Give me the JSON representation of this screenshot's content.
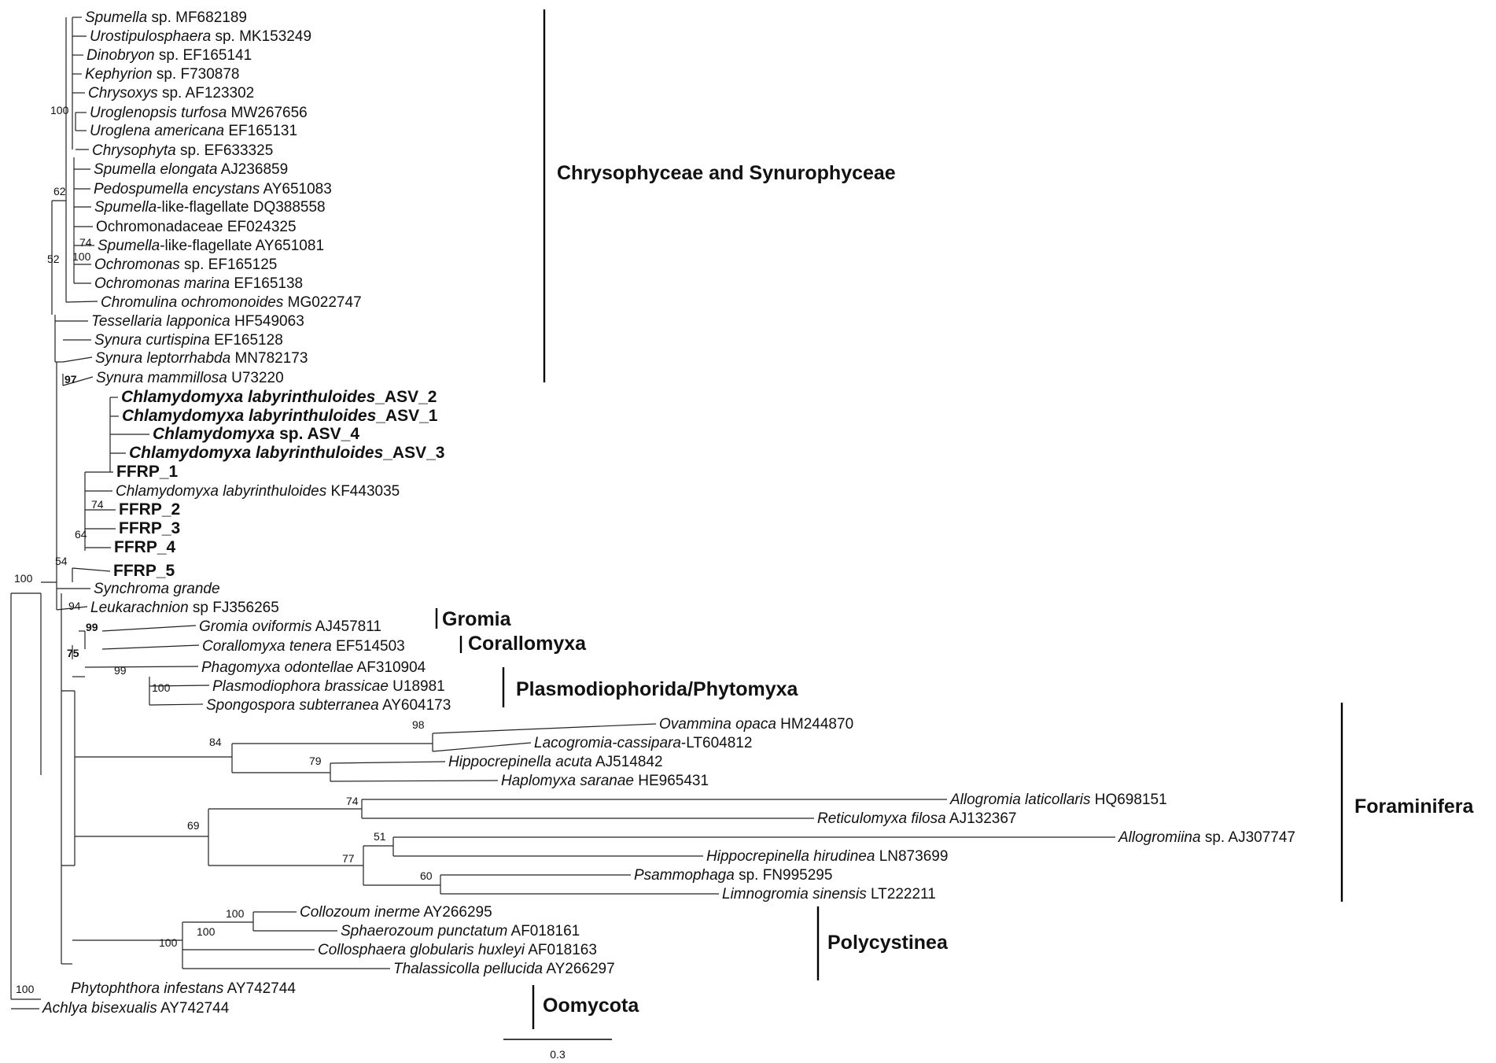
{
  "taxa": [
    {
      "id": "t1",
      "parts": [
        {
          "t": "Spumella",
          "i": true
        },
        {
          "t": " sp. MF682189"
        }
      ]
    },
    {
      "id": "t2",
      "parts": [
        {
          "t": "Urostipulosphaera",
          "i": true
        },
        {
          "t": " sp. MK153249"
        }
      ]
    },
    {
      "id": "t3",
      "parts": [
        {
          "t": "Dinobryon",
          "i": true
        },
        {
          "t": " sp. EF165141"
        }
      ]
    },
    {
      "id": "t4",
      "parts": [
        {
          "t": "Kephyrion",
          "i": true
        },
        {
          "t": " sp. F730878"
        }
      ]
    },
    {
      "id": "t5",
      "parts": [
        {
          "t": "Chrysoxys",
          "i": true
        },
        {
          "t": " sp. AF123302"
        }
      ]
    },
    {
      "id": "t6",
      "parts": [
        {
          "t": "Uroglenopsis turfosa",
          "i": true
        },
        {
          "t": " MW267656"
        }
      ]
    },
    {
      "id": "t7",
      "parts": [
        {
          "t": "Uroglena americana",
          "i": true
        },
        {
          "t": " EF165131"
        }
      ]
    },
    {
      "id": "t8",
      "parts": [
        {
          "t": "Chrysophyta",
          "i": true
        },
        {
          "t": " sp. EF633325"
        }
      ]
    },
    {
      "id": "t9",
      "parts": [
        {
          "t": "Spumella elongata",
          "i": true
        },
        {
          "t": " AJ236859"
        }
      ]
    },
    {
      "id": "t10",
      "parts": [
        {
          "t": "Pedospumella encystans",
          "i": true
        },
        {
          "t": " AY651083"
        }
      ]
    },
    {
      "id": "t11",
      "parts": [
        {
          "t": "Spumella",
          "i": true
        },
        {
          "t": "-like-flagellate DQ388558"
        }
      ]
    },
    {
      "id": "t12",
      "parts": [
        {
          "t": "Ochromonadaceae EF024325"
        }
      ]
    },
    {
      "id": "t13",
      "parts": [
        {
          "t": "Spumella",
          "i": true
        },
        {
          "t": "-like-flagellate AY651081"
        }
      ]
    },
    {
      "id": "t14",
      "parts": [
        {
          "t": "Ochromonas",
          "i": true
        },
        {
          "t": " sp. EF165125"
        }
      ]
    },
    {
      "id": "t15",
      "parts": [
        {
          "t": "Ochromonas marina",
          "i": true
        },
        {
          "t": " EF165138"
        }
      ]
    },
    {
      "id": "t16",
      "parts": [
        {
          "t": "Chromulina ochromonoides",
          "i": true
        },
        {
          "t": " MG022747"
        }
      ]
    },
    {
      "id": "t17",
      "parts": [
        {
          "t": "Tessellaria lapponica",
          "i": true
        },
        {
          "t": " HF549063"
        }
      ]
    },
    {
      "id": "t18",
      "parts": [
        {
          "t": "Synura curtispina",
          "i": true
        },
        {
          "t": " EF165128"
        }
      ]
    },
    {
      "id": "t19",
      "parts": [
        {
          "t": "Synura leptorrhabda",
          "i": true
        },
        {
          "t": " MN782173"
        }
      ]
    },
    {
      "id": "t20",
      "parts": [
        {
          "t": "Synura mammillosa",
          "i": true
        },
        {
          "t": " U73220"
        }
      ]
    },
    {
      "id": "t21",
      "bold": true,
      "parts": [
        {
          "t": "Chlamydomyxa labyrinthuloides",
          "i": true
        },
        {
          "t": "_ASV_2"
        }
      ]
    },
    {
      "id": "t22",
      "bold": true,
      "parts": [
        {
          "t": "Chlamydomyxa labyrinthuloides",
          "i": true
        },
        {
          "t": "_ASV_1"
        }
      ]
    },
    {
      "id": "t23",
      "bold": true,
      "parts": [
        {
          "t": "Chlamydomyxa",
          "i": true
        },
        {
          "t": " sp. ASV_4"
        }
      ]
    },
    {
      "id": "t24",
      "bold": true,
      "parts": [
        {
          "t": "Chlamydomyxa labyrinthuloides",
          "i": true
        },
        {
          "t": "_ASV_3"
        }
      ]
    },
    {
      "id": "t25",
      "bold": true,
      "parts": [
        {
          "t": "FFRP_1"
        }
      ]
    },
    {
      "id": "t26",
      "parts": [
        {
          "t": "Chlamydomyxa labyrinthuloides",
          "i": true
        },
        {
          "t": " KF443035"
        }
      ]
    },
    {
      "id": "t27",
      "bold": true,
      "parts": [
        {
          "t": "FFRP_2"
        }
      ]
    },
    {
      "id": "t28",
      "bold": true,
      "parts": [
        {
          "t": "FFRP_3"
        }
      ]
    },
    {
      "id": "t29",
      "bold": true,
      "parts": [
        {
          "t": "FFRP_4"
        }
      ]
    },
    {
      "id": "t30",
      "bold": true,
      "parts": [
        {
          "t": "FFRP_5"
        }
      ]
    },
    {
      "id": "t31",
      "parts": [
        {
          "t": "Synchroma grande",
          "i": true
        }
      ]
    },
    {
      "id": "t32",
      "parts": [
        {
          "t": "Leukarachnion",
          "i": true
        },
        {
          "t": " sp FJ356265"
        }
      ]
    },
    {
      "id": "t33",
      "parts": [
        {
          "t": "Gromia oviformis",
          "i": true
        },
        {
          "t": " AJ457811"
        }
      ]
    },
    {
      "id": "t34",
      "parts": [
        {
          "t": "Corallomyxa tenera",
          "i": true
        },
        {
          "t": " EF514503"
        }
      ]
    },
    {
      "id": "t35",
      "parts": [
        {
          "t": "Phagomyxa odontellae",
          "i": true
        },
        {
          "t": " AF310904"
        }
      ]
    },
    {
      "id": "t36",
      "parts": [
        {
          "t": "Plasmodiophora brassicae",
          "i": true
        },
        {
          "t": " U18981"
        }
      ]
    },
    {
      "id": "t37",
      "parts": [
        {
          "t": "Spongospora subterranea",
          "i": true
        },
        {
          "t": " AY604173"
        }
      ]
    },
    {
      "id": "t38",
      "parts": [
        {
          "t": "Ovammina opaca",
          "i": true
        },
        {
          "t": " HM244870"
        }
      ]
    },
    {
      "id": "t39",
      "parts": [
        {
          "t": "Lacogromia-cassipara",
          "i": true
        },
        {
          "t": "-LT604812"
        }
      ]
    },
    {
      "id": "t40",
      "parts": [
        {
          "t": "Hippocrepinella acuta",
          "i": true
        },
        {
          "t": " AJ514842"
        }
      ]
    },
    {
      "id": "t41",
      "parts": [
        {
          "t": "Haplomyxa saranae",
          "i": true
        },
        {
          "t": " HE965431"
        }
      ]
    },
    {
      "id": "t42",
      "parts": [
        {
          "t": "Allogromia laticollaris",
          "i": true
        },
        {
          "t": " HQ698151"
        }
      ]
    },
    {
      "id": "t43",
      "parts": [
        {
          "t": "Reticulomyxa filosa",
          "i": true
        },
        {
          "t": " AJ132367"
        }
      ]
    },
    {
      "id": "t44",
      "parts": [
        {
          "t": "Allogromiina",
          "i": true
        },
        {
          "t": " sp. AJ307747"
        }
      ]
    },
    {
      "id": "t45",
      "parts": [
        {
          "t": "Hippocrepinella hirudinea",
          "i": true
        },
        {
          "t": " LN873699"
        }
      ]
    },
    {
      "id": "t46",
      "parts": [
        {
          "t": "Psammophaga",
          "i": true
        },
        {
          "t": " sp. FN995295"
        }
      ]
    },
    {
      "id": "t47",
      "parts": [
        {
          "t": "Limnogromia sinensis",
          "i": true
        },
        {
          "t": " LT222211"
        }
      ]
    },
    {
      "id": "t48",
      "parts": [
        {
          "t": "Collozoum inerme",
          "i": true
        },
        {
          "t": " AY266295"
        }
      ]
    },
    {
      "id": "t49",
      "parts": [
        {
          "t": "Sphaerozoum punctatum",
          "i": true
        },
        {
          "t": " AF018161"
        }
      ]
    },
    {
      "id": "t50",
      "parts": [
        {
          "t": "Collosphaera globularis huxleyi",
          "i": true
        },
        {
          "t": " AF018163"
        }
      ]
    },
    {
      "id": "t51",
      "parts": [
        {
          "t": "Thalassicolla pellucida",
          "i": true
        },
        {
          "t": " AY266297"
        }
      ]
    },
    {
      "id": "t52",
      "parts": [
        {
          "t": "Phytophthora infestans",
          "i": true
        },
        {
          "t": " AY742744"
        }
      ]
    },
    {
      "id": "t53",
      "parts": [
        {
          "t": "Achlya bisexualis",
          "i": true
        },
        {
          "t": " AY742744"
        }
      ]
    }
  ],
  "support_values": [
    {
      "id": "s1",
      "text": "100"
    },
    {
      "id": "s2",
      "text": "62"
    },
    {
      "id": "s3",
      "text": "74"
    },
    {
      "id": "s4",
      "text": "100"
    },
    {
      "id": "s5",
      "text": "52"
    },
    {
      "id": "s6",
      "text": "97",
      "bold": true
    },
    {
      "id": "s7",
      "text": "74"
    },
    {
      "id": "s8",
      "text": "64"
    },
    {
      "id": "s9",
      "text": "54"
    },
    {
      "id": "s10",
      "text": "94"
    },
    {
      "id": "s11",
      "text": "100"
    },
    {
      "id": "s12",
      "text": "99",
      "bold": true
    },
    {
      "id": "s13",
      "text": "75",
      "bold": true
    },
    {
      "id": "s14",
      "text": "99"
    },
    {
      "id": "s15",
      "text": "100"
    },
    {
      "id": "s16",
      "text": "98"
    },
    {
      "id": "s17",
      "text": "84"
    },
    {
      "id": "s18",
      "text": "79"
    },
    {
      "id": "s19",
      "text": "74"
    },
    {
      "id": "s20",
      "text": "69"
    },
    {
      "id": "s21",
      "text": "51"
    },
    {
      "id": "s22",
      "text": "77"
    },
    {
      "id": "s23",
      "text": "60"
    },
    {
      "id": "s24",
      "text": "100"
    },
    {
      "id": "s25",
      "text": "100"
    },
    {
      "id": "s26",
      "text": "100"
    },
    {
      "id": "s27",
      "text": "100"
    }
  ],
  "clades": [
    {
      "id": "c1",
      "label": "Chrysophyceae and Synurophyceae"
    },
    {
      "id": "c2",
      "label": "Gromia"
    },
    {
      "id": "c3",
      "label": "Corallomyxa"
    },
    {
      "id": "c4",
      "label": "Plasmodiophorida/Phytomyxa"
    },
    {
      "id": "c5",
      "label": "Foraminifera"
    },
    {
      "id": "c6",
      "label": "Polycystinea"
    },
    {
      "id": "c7",
      "label": "Oomycota"
    }
  ],
  "scale_bar": {
    "label": "0.3"
  }
}
